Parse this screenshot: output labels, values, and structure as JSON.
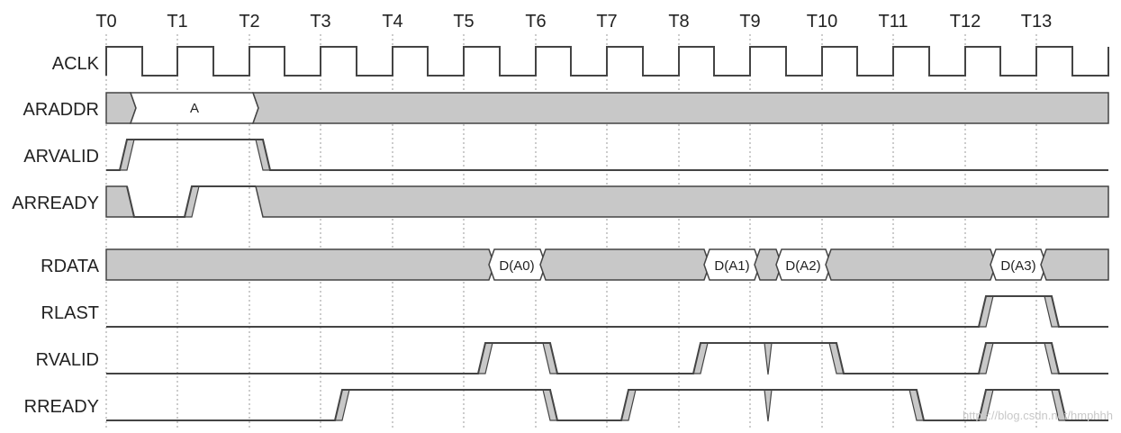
{
  "time_labels": [
    "T0",
    "T1",
    "T2",
    "T3",
    "T4",
    "T5",
    "T6",
    "T7",
    "T8",
    "T9",
    "T10",
    "T11",
    "T12",
    "T13"
  ],
  "signals": [
    "ACLK",
    "ARADDR",
    "ARVALID",
    "ARREADY",
    "RDATA",
    "RLAST",
    "RVALID",
    "RREADY"
  ],
  "araddr_value": "A",
  "rdata_values": [
    "D(A0)",
    "D(A1)",
    "D(A2)",
    "D(A3)"
  ],
  "watermark": "https://blog.csdn.net/hmphhh",
  "colors": {
    "fill": "#c8c8c8",
    "line": "#444444",
    "text": "#222222",
    "gridline": "#9a9a9a"
  }
}
